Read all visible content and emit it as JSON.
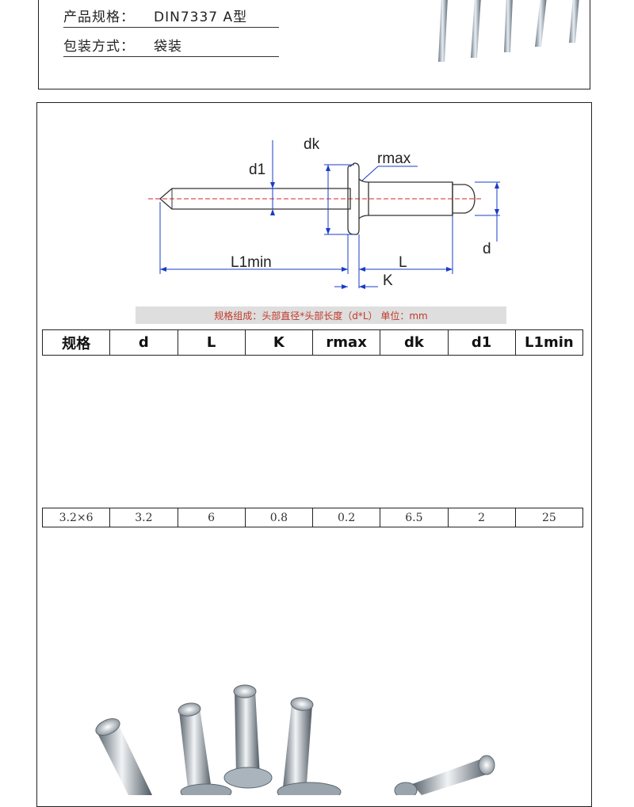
{
  "info": {
    "rows": [
      {
        "label": "产品规格：",
        "value": "DIN7337 A型"
      },
      {
        "label": "包装方式：",
        "value": "袋装"
      }
    ]
  },
  "diagram": {
    "labels": {
      "dk": "dk",
      "d1": "d1",
      "rmax": "rmax",
      "d": "d",
      "l1min": "L1min",
      "l": "L",
      "k": "K"
    },
    "caption": "规格组成：头部直径*头部长度（d*L） 单位：mm",
    "colors": {
      "dim_line": "#1a3cc8",
      "center_line": "#e02020",
      "caption_text": "#c0392b"
    }
  },
  "table": {
    "headers": [
      "规格",
      "d",
      "L",
      "K",
      "rmax",
      "dk",
      "d1",
      "L1min"
    ],
    "rows": [
      [
        "3.2×6",
        "3.2",
        "6",
        "0.8",
        "0.2",
        "6.5",
        "2",
        "25"
      ]
    ]
  }
}
